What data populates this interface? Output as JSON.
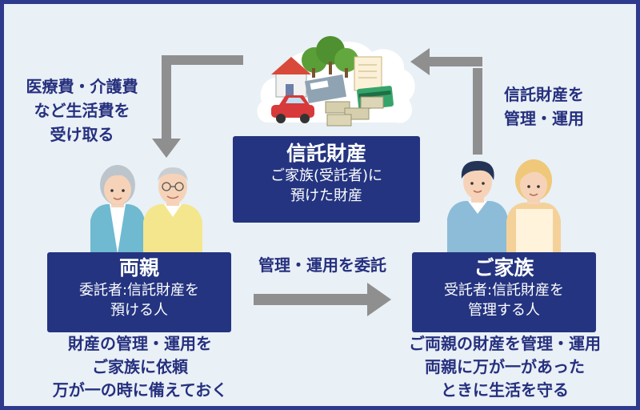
{
  "colors": {
    "frame": "#2e3a8c",
    "panel": "#e9f0f6",
    "box": "#243480",
    "text": "#26307e",
    "arrow": "#8f8f8f"
  },
  "trust": {
    "title": "信託財産",
    "line1": "ご家族(受託者)に",
    "line2": "預けた財産"
  },
  "parents": {
    "title": "両親",
    "line1": "委託者:信託財産を",
    "line2": "預ける人"
  },
  "family": {
    "title": "ご家族",
    "line1": "受託者:信託財産を",
    "line2": "管理する人"
  },
  "arrows": {
    "left": {
      "line1": "医療費・介護費",
      "line2": "など生活費を",
      "line3": "受け取る"
    },
    "right": {
      "line1": "信託財産を",
      "line2": "管理・運用"
    },
    "middle": "管理・運用を委託"
  },
  "notes": {
    "parents": [
      "財産の管理・運用を",
      "ご家族に依頼",
      "万が一の時に備えておく"
    ],
    "family": [
      "ご両親の財産を管理・運用",
      "両親に万が一があった",
      "ときに生活を守る"
    ]
  },
  "icons": [
    "house-icon",
    "trees-icon",
    "car-icon",
    "bankbook-icon",
    "bank-card-icon",
    "document-icon",
    "cash-bundles-icon",
    "grandmother-illustration",
    "grandfather-illustration",
    "son-illustration",
    "daughter-illustration"
  ]
}
